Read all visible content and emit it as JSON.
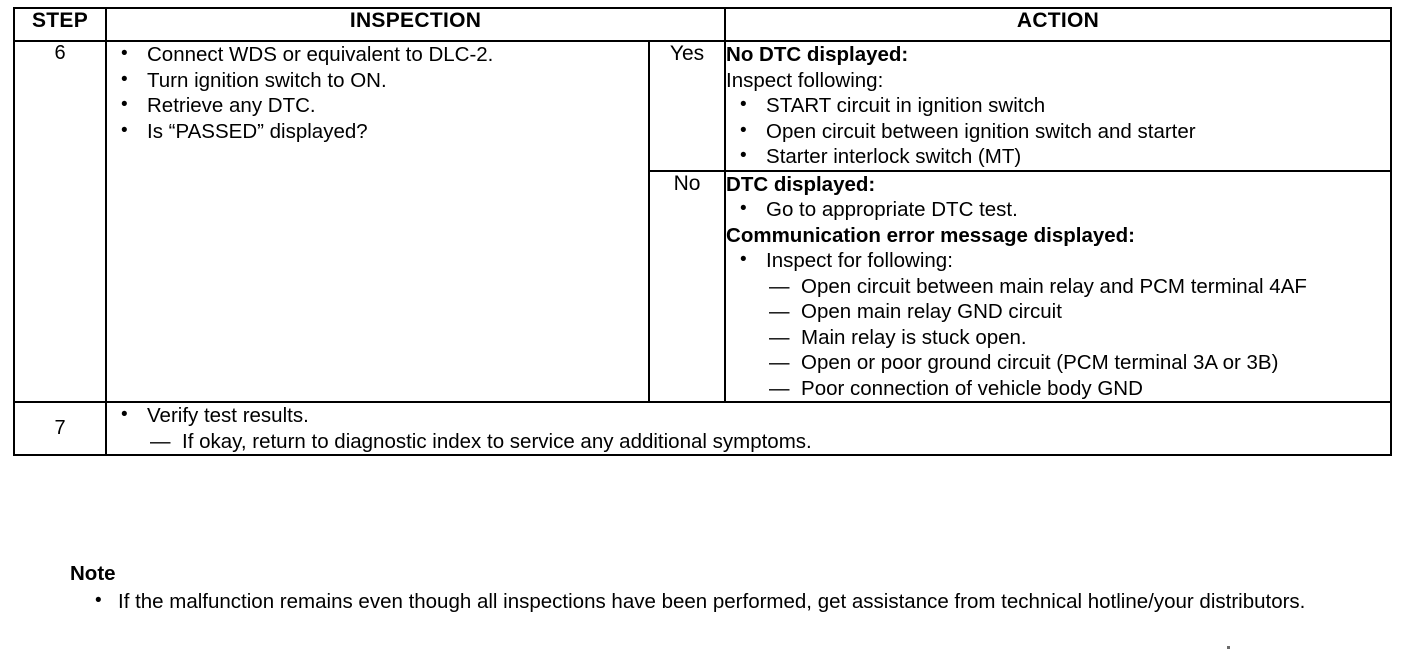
{
  "table": {
    "headers": {
      "step": "STEP",
      "inspection": "INSPECTION",
      "action": "ACTION"
    },
    "rows": [
      {
        "step": "6",
        "inspection_items": [
          "Connect WDS or equivalent to DLC-2.",
          "Turn ignition switch to ON.",
          "Retrieve any DTC.",
          "Is “PASSED” displayed?"
        ],
        "branches": [
          {
            "answer": "Yes",
            "heading": "No DTC displayed:",
            "subheading": "Inspect following:",
            "bullets": [
              "START circuit in ignition switch",
              "Open circuit between ignition switch and starter",
              "Starter interlock switch (MT)"
            ],
            "heading2": "",
            "bullets2": [],
            "dashes": []
          },
          {
            "answer": "No",
            "heading": "DTC displayed:",
            "subheading": "",
            "bullets": [
              "Go to appropriate DTC test."
            ],
            "heading2": "Communication error message displayed:",
            "bullets2": [
              "Inspect for following:"
            ],
            "dashes": [
              "Open circuit between main relay and PCM terminal 4AF",
              "Open main relay GND circuit",
              "Main relay is stuck open.",
              "Open or poor ground circuit (PCM terminal 3A or 3B)",
              "Poor connection of vehicle body GND"
            ]
          }
        ]
      },
      {
        "step": "7",
        "inspection_items": [
          "Verify test results."
        ],
        "inspection_dashes": [
          "If okay, return to diagnostic index to service any additional symptoms."
        ]
      }
    ]
  },
  "note": {
    "title": "Note",
    "items": [
      "If the malfunction remains even though all inspections have been performed, get assistance from technical hotline/your distributors."
    ]
  },
  "colors": {
    "ink": "#000000",
    "paper": "#ffffff"
  }
}
